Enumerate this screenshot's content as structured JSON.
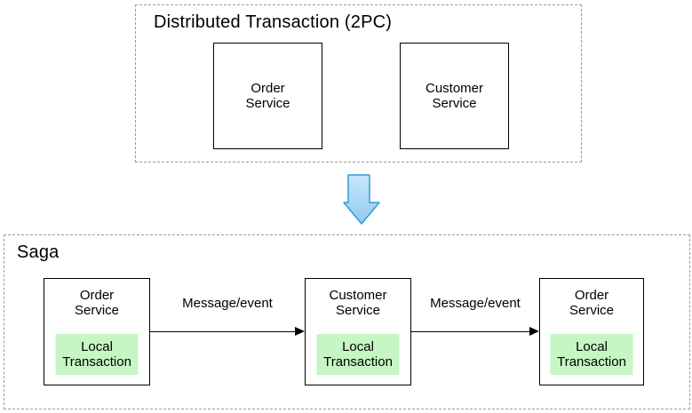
{
  "twopc_panel": {
    "title": "Distributed Transaction (2PC)",
    "boxes": [
      {
        "label": "Order\nService"
      },
      {
        "label": "Customer\nService"
      }
    ]
  },
  "transition": {
    "icon": "down-arrow"
  },
  "saga_panel": {
    "title": "Saga",
    "steps": [
      {
        "service": "Order\nService",
        "local": "Local\nTransaction"
      },
      {
        "service": "Customer\nService",
        "local": "Local\nTransaction"
      },
      {
        "service": "Order\nService",
        "local": "Local\nTransaction"
      }
    ],
    "messages": [
      {
        "label": "Message/event"
      },
      {
        "label": "Message/event"
      }
    ]
  },
  "colors": {
    "background": "#FFFFFF",
    "dashed_border": "#9B9B9B",
    "solid_border": "#000000",
    "local_transaction_fill": "#C6F6C4",
    "down_arrow_fill_top": "#C9E7FA",
    "down_arrow_fill_bottom": "#8FC9EE",
    "down_arrow_stroke": "#2F9CD9"
  }
}
